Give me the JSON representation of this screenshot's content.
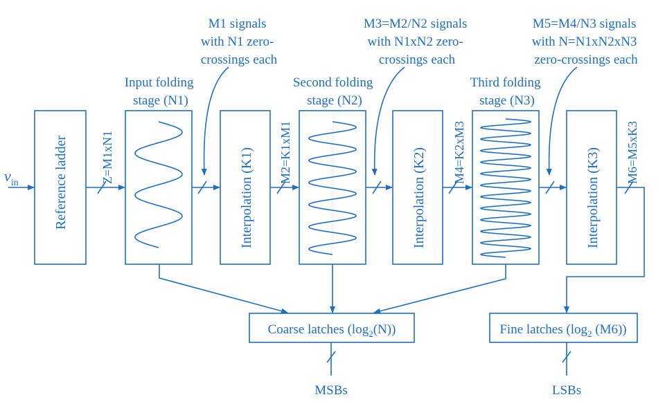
{
  "colors": {
    "primary": "#1f6fc0"
  },
  "input": {
    "symbol": "v",
    "subscript": "in"
  },
  "blocks": {
    "reference_ladder": "Reference ladder",
    "interpolation_1": "Interpolation (K1)",
    "interpolation_2": "Interpolation (K2)",
    "interpolation_3": "Interpolation (K3)",
    "coarse_latches": {
      "pre": "Coarse latches (log",
      "sub": "2",
      "post": "(N))"
    },
    "fine_latches": {
      "pre": "Fine latches (log",
      "sub": "2",
      "post": " (M6))"
    }
  },
  "stage_labels": {
    "stage1": [
      "Input folding",
      "stage (N1)"
    ],
    "stage2": [
      "Second folding",
      "stage (N2)"
    ],
    "stage3": [
      "Third folding",
      "stage (N3)"
    ]
  },
  "annotations": {
    "a1": [
      "M1 signals",
      "with N1 zero-",
      "crossings each"
    ],
    "a2": [
      "M3=M2/N2 signals",
      "with N1xN2 zero-",
      "crossings each"
    ],
    "a3": [
      "M5=M4/N3 signals",
      "with N=N1xN2xN3",
      "zero-crossings each"
    ]
  },
  "bus_labels": {
    "z": "Z=M1xN1",
    "m2": "M2=K1xM1",
    "m4": "M4=K2xM3",
    "m6": "M6=M5xK3"
  },
  "outputs": {
    "msbs": "MSBs",
    "lsbs": "LSBs"
  }
}
